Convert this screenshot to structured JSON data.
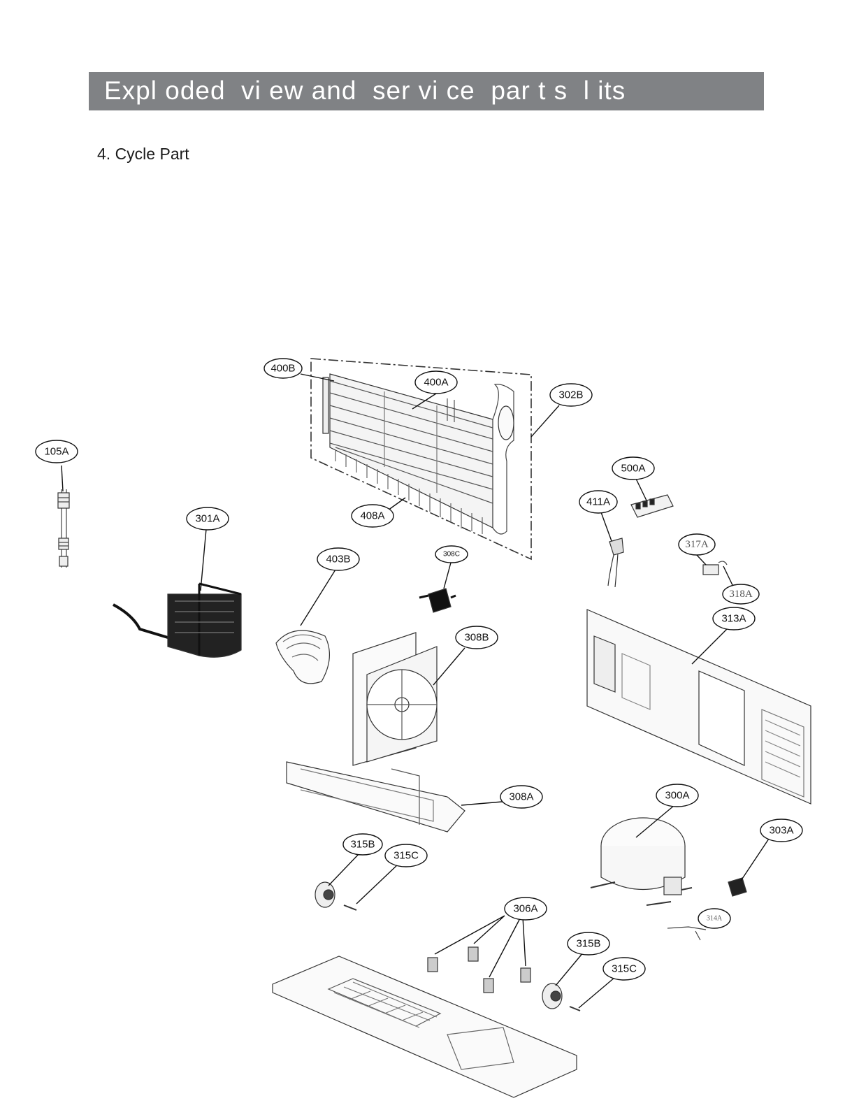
{
  "header": {
    "title": "Expl oded  vi ew and  ser vi ce  par t s  l its"
  },
  "section": {
    "title": "4. Cycle Part"
  },
  "callouts": {
    "c400B": "400B",
    "c400A": "400A",
    "c302B": "302B",
    "c105A": "105A",
    "c500A": "500A",
    "c411A": "411A",
    "c301A": "301A",
    "c408A": "408A",
    "c317A": "317A",
    "c403B": "403B",
    "c308C": "308C",
    "c318A": "318A",
    "c313A": "313A",
    "c308B": "308B",
    "c308A": "308A",
    "c300A": "300A",
    "c303A": "303A",
    "c315B_1": "315B",
    "c315C_1": "315C",
    "c306A": "306A",
    "c314A": "314A",
    "c315B_2": "315B",
    "c315C_2": "315C"
  }
}
